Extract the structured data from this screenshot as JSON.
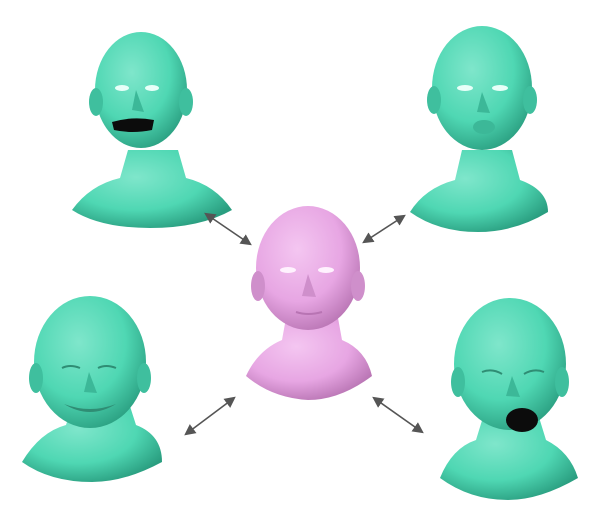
{
  "figure": {
    "center": {
      "expression": "neutral",
      "color": "#e7a6e3"
    },
    "outer": [
      {
        "expression": "open-mouth-wide",
        "color": "#4fd7b3"
      },
      {
        "expression": "pursed-lips",
        "color": "#4fd7b3"
      },
      {
        "expression": "smile",
        "color": "#4fd7b3"
      },
      {
        "expression": "yawn",
        "color": "#4fd7b3"
      }
    ],
    "arrow_color": "#555555",
    "arrow_style": "double-headed"
  }
}
